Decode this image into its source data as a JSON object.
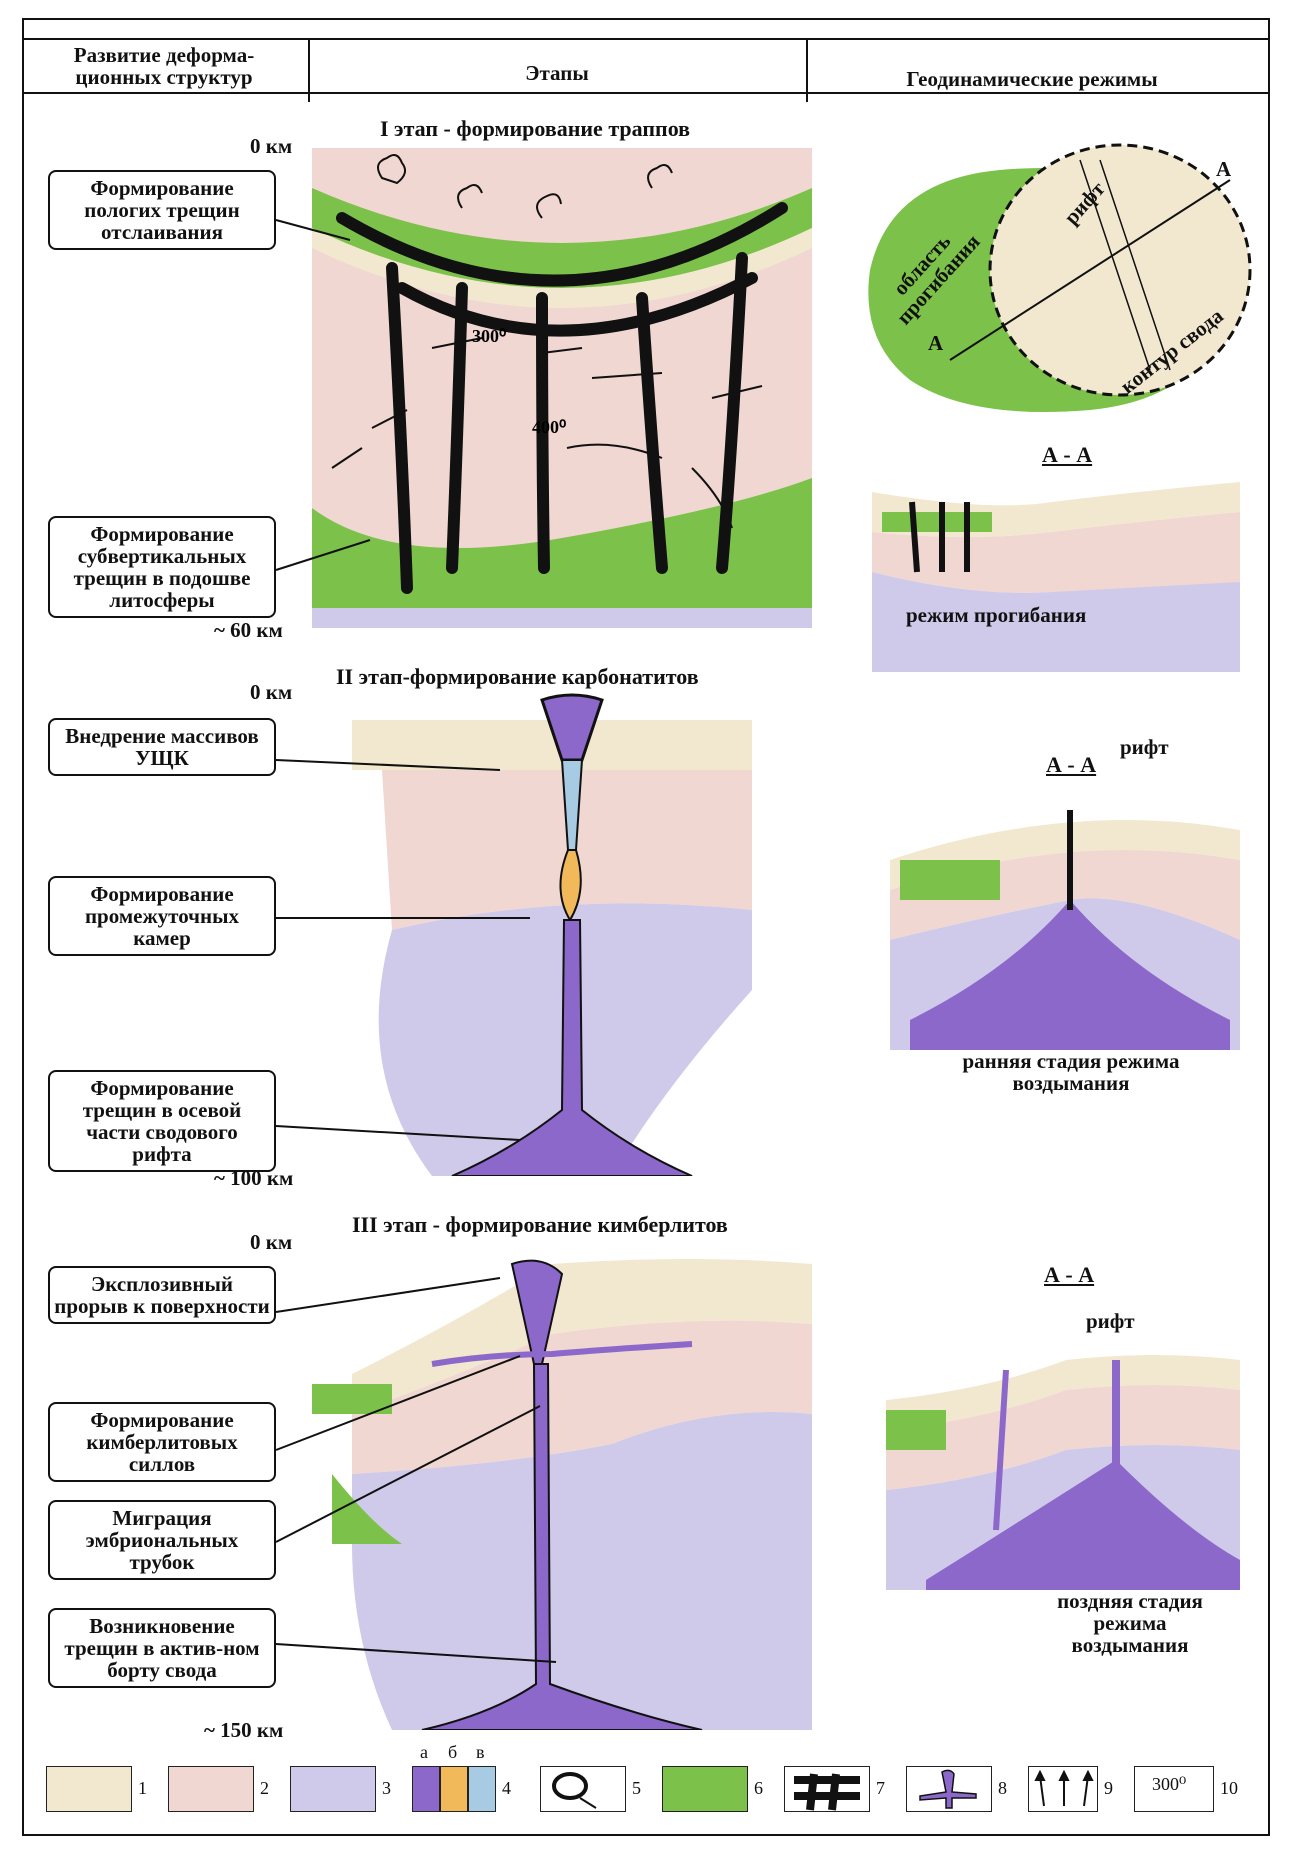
{
  "header": {
    "col1": "Развитие деформа-ционных структур",
    "col2": "Этапы",
    "col3": "Геодинамические  режимы"
  },
  "colors": {
    "sediment": "#f2e8cf",
    "crust": "#f0d7d2",
    "mantle": "#cfc9ea",
    "trap": "#7cc24a",
    "kimberlite": "#8b68c9",
    "carbonatite": "#f2b95a",
    "alkaline": "#a7cbe3",
    "black": "#111111"
  },
  "stage1": {
    "title": "I этап - формирование траппов",
    "depth_top": "0 км",
    "depth_bottom": "~ 60 км",
    "iso1": "300⁰",
    "iso2": "400⁰",
    "box1": "Формирование пологих трещин отслаивания",
    "box2": "Формирование субвертикальных трещин в подошве литосферы",
    "map_rift": "рифт",
    "map_area": "область прогибания",
    "map_contour": "контур свода",
    "map_a1": "А",
    "map_a2": "А",
    "section_title": "А - А",
    "section_label": "режим прогибания"
  },
  "stage2": {
    "title": "II этап-формирование карбонатитов",
    "depth_top": "0 км",
    "depth_bottom": "~ 100 км",
    "box1": "Внедрение массивов УЩК",
    "box2": "Формирование промежуточных камер",
    "box3": "Формирование трещин в осевой части сводового рифта",
    "section_title": "А - А",
    "rift": "рифт",
    "section_label": "ранняя стадия режима воздымания"
  },
  "stage3": {
    "title": "III этап - формирование кимберлитов",
    "depth_top": "0 км",
    "depth_bottom": "~ 150 км",
    "box1": "Эксплозивный прорыв к поверхности",
    "box2": "Формирование кимберлитовых силлов",
    "box3": "Миграция эмбриональных трубок",
    "box4": "Возникновение трещин в актив-ном борту свода",
    "section_title": "А - А",
    "rift": "рифт",
    "section_label": "поздняя стадия режима воздымания"
  },
  "legend": {
    "items": [
      "1",
      "2",
      "3",
      "4",
      "5",
      "6",
      "7",
      "8",
      "9",
      "10"
    ],
    "sub_a": "а",
    "sub_b": "б",
    "sub_v": "в",
    "iso": "300⁰"
  }
}
